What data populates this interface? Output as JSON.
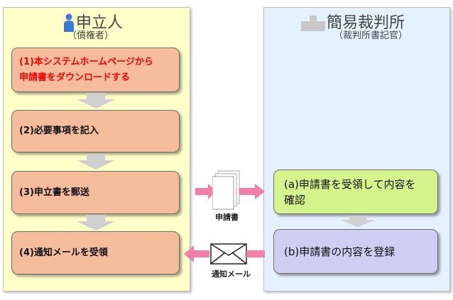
{
  "applicant": {
    "title": "申立人",
    "subtitle": "（債権者）",
    "steps": [
      "(1)本システムホームページから\n申請書をダウンロードする",
      "(2)必要事項を記入",
      "(3)申立書を郵送",
      "(4)通知メールを受領"
    ]
  },
  "court": {
    "title": "簡易裁判所",
    "subtitle": "（裁判所書記官）",
    "steps": [
      "(a)申請書を受領して内容を\n確認",
      "(b)申請書の内容を登録"
    ]
  },
  "transfers": {
    "document_label": "申請書",
    "mail_label": "通知メール"
  },
  "colors": {
    "applicant_bg": "#ffffc8",
    "court_bg": "#e4f2ff",
    "step_orange": "#f6bd9d",
    "step_green": "#d3f58b",
    "step_purple": "#cfcdf1",
    "arrow_pink": "#f47fa6",
    "highlight_red": "#ff0000"
  },
  "icons": {
    "applicant": "person-icon",
    "court": "building-icon",
    "document": "document-stack-icon",
    "mail": "envelope-icon"
  }
}
